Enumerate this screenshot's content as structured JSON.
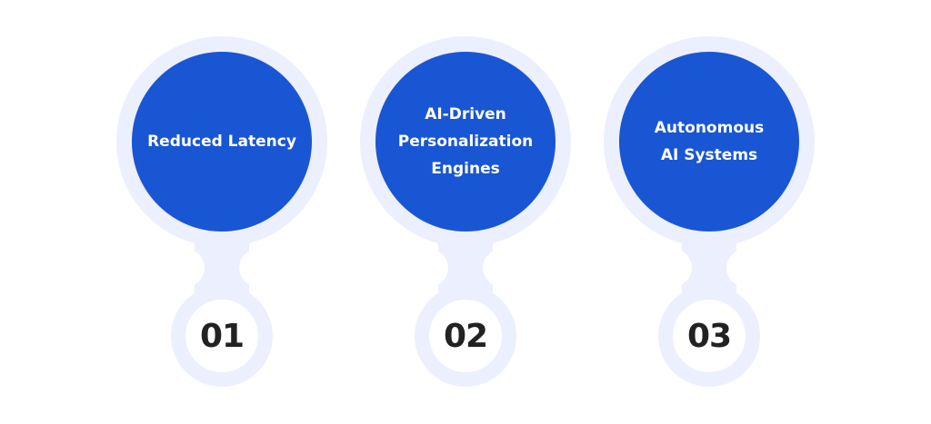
{
  "colors": {
    "ring": "#ECEFFD",
    "fill": "#1956D4",
    "number_bg": "#FFFFFF",
    "number_text": "#222222"
  },
  "items": [
    {
      "title": "Reduced Latency",
      "number": "01"
    },
    {
      "title": "AI-Driven Personalization Engines",
      "number": "02"
    },
    {
      "title": "Autonomous AI Systems",
      "number": "03"
    }
  ]
}
